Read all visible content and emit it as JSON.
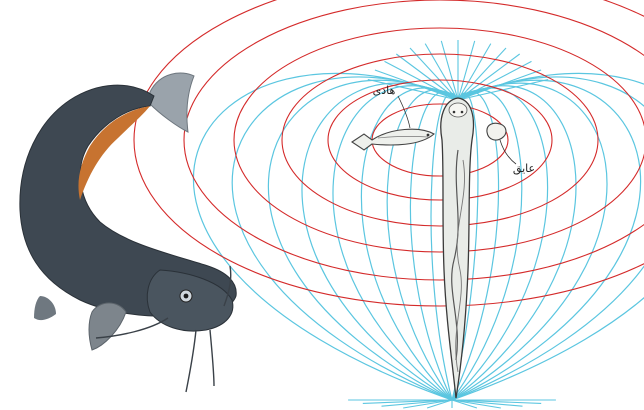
{
  "labels": {
    "conductor": "هادی",
    "insulator": "عایق"
  },
  "colors": {
    "field_lines": "#5bc6e0",
    "equipotential_rings": "#d42a2a",
    "fish_dark": "#3c4650",
    "fish_belly": "#c9752e",
    "background": "#ffffff"
  },
  "icons": {
    "catfish": "catfish-illustration",
    "electric_fish": "electric-fish-sketch",
    "conductor_object": "small-fish-icon",
    "insulator_object": "stone-icon"
  }
}
